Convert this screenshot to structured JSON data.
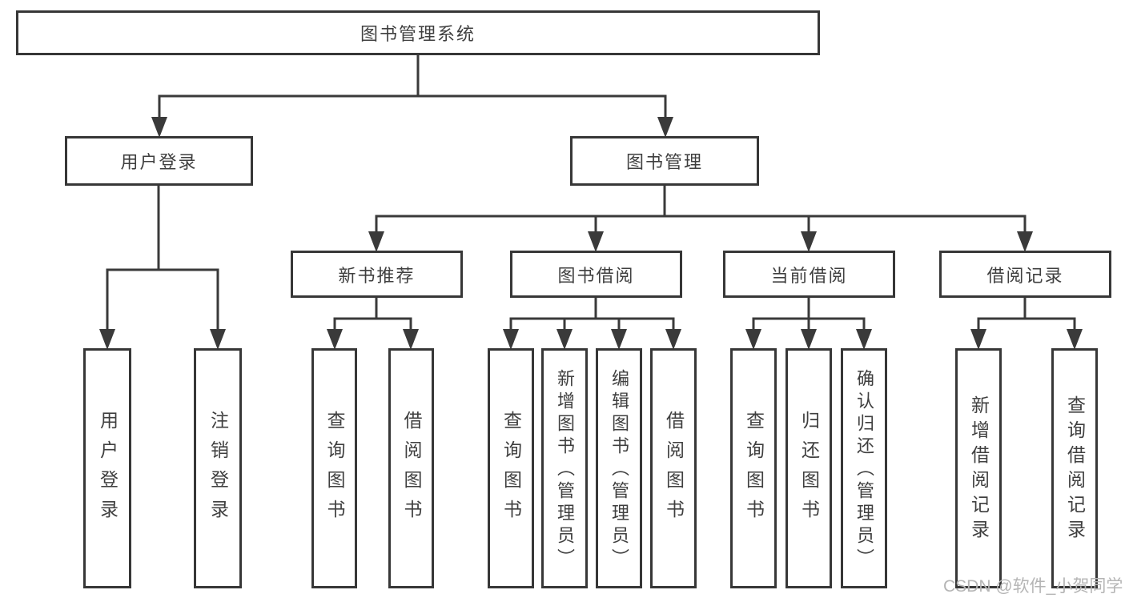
{
  "tree": {
    "root": {
      "label": "图书管理系统"
    },
    "level2": [
      {
        "label": "用户登录"
      },
      {
        "label": "图书管理"
      }
    ],
    "level3": [
      {
        "label": "新书推荐",
        "parent": "图书管理"
      },
      {
        "label": "图书借阅",
        "parent": "图书管理"
      },
      {
        "label": "当前借阅",
        "parent": "图书管理"
      },
      {
        "label": "借阅记录",
        "parent": "图书管理"
      }
    ],
    "leaves": [
      {
        "label": "用户登录",
        "parent": "用户登录"
      },
      {
        "label": "注销登录",
        "parent": "用户登录"
      },
      {
        "label": "查询图书",
        "parent": "新书推荐"
      },
      {
        "label": "借阅图书",
        "parent": "新书推荐"
      },
      {
        "label": "查询图书",
        "parent": "图书借阅"
      },
      {
        "label": "新增图书（管理员）",
        "parent": "图书借阅"
      },
      {
        "label": "编辑图书（管理员）",
        "parent": "图书借阅"
      },
      {
        "label": "借阅图书",
        "parent": "图书借阅"
      },
      {
        "label": "查询图书",
        "parent": "当前借阅"
      },
      {
        "label": "归还图书",
        "parent": "当前借阅"
      },
      {
        "label": "确认归还（管理员）",
        "parent": "当前借阅"
      },
      {
        "label": "新增借阅记录",
        "parent": "借阅记录"
      },
      {
        "label": "查询借阅记录",
        "parent": "借阅记录"
      }
    ]
  },
  "watermark": "CSDN @软件_小贺同学",
  "colors": {
    "line": "#3a3a3a",
    "border": "#373737",
    "text": "#3f3f3f",
    "watermark": "#b5b5b5",
    "background": "#ffffff"
  }
}
